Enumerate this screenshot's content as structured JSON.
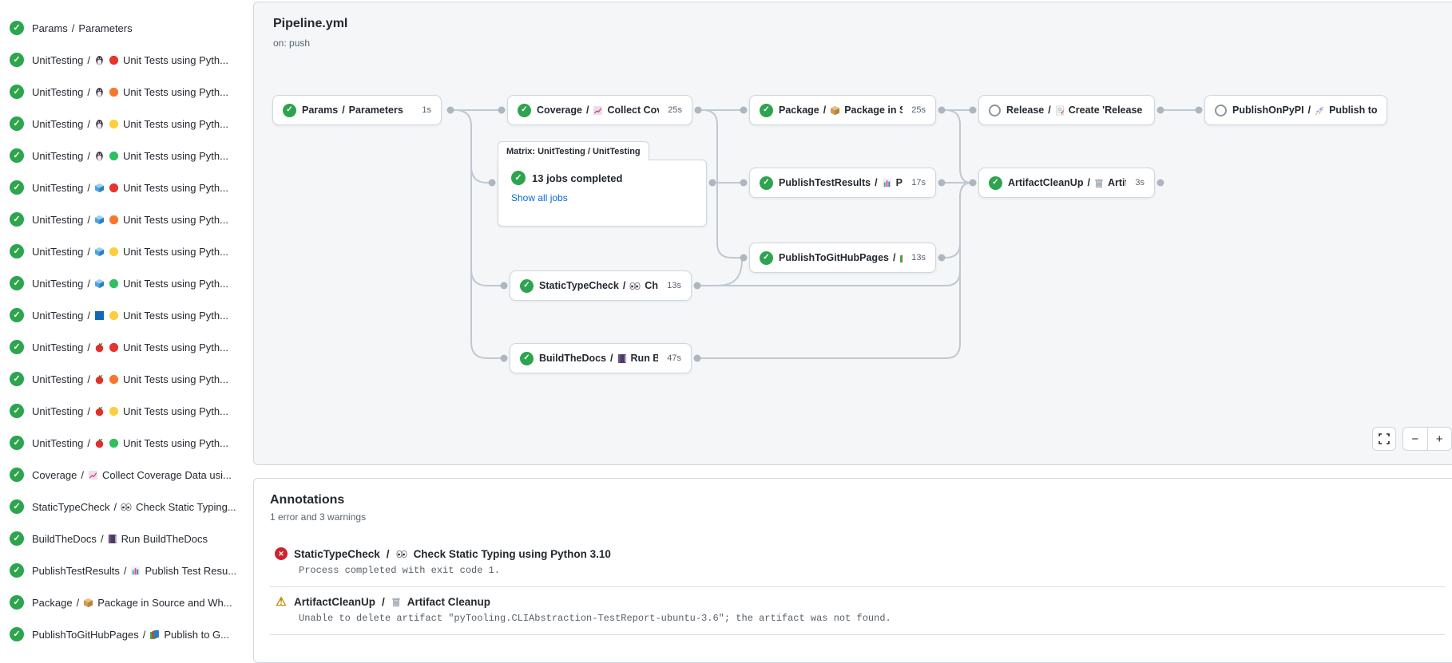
{
  "colors": {
    "success_green": "#2da44e",
    "error_red": "#cf222e",
    "warning_amber": "#bf8700",
    "link_blue": "#0969da",
    "panel_border": "#d0d7de",
    "edge_gray": "#c0c8d0"
  },
  "sidebar": {
    "items": [
      {
        "name": "Params",
        "icons": [],
        "rest": "Parameters"
      },
      {
        "name": "UnitTesting",
        "icons": [
          "penguin",
          "py-red"
        ],
        "rest": "Unit Tests using Pyth..."
      },
      {
        "name": "UnitTesting",
        "icons": [
          "penguin",
          "py-orange"
        ],
        "rest": "Unit Tests using Pyth..."
      },
      {
        "name": "UnitTesting",
        "icons": [
          "penguin",
          "py-yellow"
        ],
        "rest": "Unit Tests using Pyth..."
      },
      {
        "name": "UnitTesting",
        "icons": [
          "penguin",
          "py-green"
        ],
        "rest": "Unit Tests using Pyth..."
      },
      {
        "name": "UnitTesting",
        "icons": [
          "cube",
          "py-red"
        ],
        "rest": "Unit Tests using Pyth..."
      },
      {
        "name": "UnitTesting",
        "icons": [
          "cube",
          "py-orange"
        ],
        "rest": "Unit Tests using Pyth..."
      },
      {
        "name": "UnitTesting",
        "icons": [
          "cube",
          "py-yellow"
        ],
        "rest": "Unit Tests using Pyth..."
      },
      {
        "name": "UnitTesting",
        "icons": [
          "cube",
          "py-green"
        ],
        "rest": "Unit Tests using Pyth..."
      },
      {
        "name": "UnitTesting",
        "icons": [
          "winsquare",
          "py-yellow"
        ],
        "rest": "Unit Tests using Pyth..."
      },
      {
        "name": "UnitTesting",
        "icons": [
          "apple",
          "py-red"
        ],
        "rest": "Unit Tests using Pyth..."
      },
      {
        "name": "UnitTesting",
        "icons": [
          "apple",
          "py-orange"
        ],
        "rest": "Unit Tests using Pyth..."
      },
      {
        "name": "UnitTesting",
        "icons": [
          "apple",
          "py-yellow"
        ],
        "rest": "Unit Tests using Pyth..."
      },
      {
        "name": "UnitTesting",
        "icons": [
          "apple",
          "py-green"
        ],
        "rest": "Unit Tests using Pyth..."
      },
      {
        "name": "Coverage",
        "icons": [
          "chart-up"
        ],
        "rest": "Collect Coverage Data usi..."
      },
      {
        "name": "StaticTypeCheck",
        "icons": [
          "eyes"
        ],
        "rest": "Check Static Typing..."
      },
      {
        "name": "BuildTheDocs",
        "icons": [
          "book"
        ],
        "rest": "Run BuildTheDocs"
      },
      {
        "name": "PublishTestResults",
        "icons": [
          "barchart"
        ],
        "rest": "Publish Test Resu..."
      },
      {
        "name": "Package",
        "icons": [
          "box"
        ],
        "rest": "Package in Source and Wh..."
      },
      {
        "name": "PublishToGitHubPages",
        "icons": [
          "books"
        ],
        "rest": "Publish to G..."
      }
    ]
  },
  "graph": {
    "title": "Pipeline.yml",
    "trigger": "on: push",
    "matrix": {
      "tab": "Matrix: UnitTesting / UnitTesting",
      "summary": "13 jobs completed",
      "link": "Show all jobs"
    },
    "nodes": [
      {
        "name": "Params",
        "sep": " / ",
        "icon": "",
        "rest": "Parameters",
        "duration": "1s",
        "status": "success"
      },
      {
        "name": "Coverage",
        "sep": " / ",
        "icon": "chart-up",
        "rest": "Collect Cove...",
        "duration": "25s",
        "status": "success"
      },
      {
        "name": "Package",
        "sep": " / ",
        "icon": "box",
        "rest": "Package in So...",
        "duration": "25s",
        "status": "success"
      },
      {
        "name": "Release",
        "sep": " / ",
        "icon": "memo",
        "rest": "Create 'Release P...",
        "duration": "",
        "status": "skipped"
      },
      {
        "name": "PublishOnPyPI",
        "sep": " / ",
        "icon": "rocket",
        "rest": "Publish to ...",
        "duration": "",
        "status": "skipped"
      },
      {
        "name": "PublishTestResults",
        "sep": " / ",
        "icon": "barchart",
        "rest": "Pu...",
        "duration": "17s",
        "status": "success"
      },
      {
        "name": "ArtifactCleanUp",
        "sep": " / ",
        "icon": "trash",
        "rest": "Artifac...",
        "duration": "3s",
        "status": "success"
      },
      {
        "name": "PublishToGitHubPages",
        "sep": " / ",
        "icon": "books",
        "rest": "...",
        "duration": "13s",
        "status": "success"
      },
      {
        "name": "StaticTypeCheck",
        "sep": " / ",
        "icon": "eyes",
        "rest": "Chec...",
        "duration": "13s",
        "status": "success"
      },
      {
        "name": "BuildTheDocs",
        "sep": " / ",
        "icon": "book",
        "rest": "Run Buil...",
        "duration": "47s",
        "status": "success"
      }
    ],
    "controls": {
      "zoom_out": "−",
      "zoom_in": "+"
    }
  },
  "annotations": {
    "title": "Annotations",
    "subtitle": "1 error and 3 warnings",
    "items": [
      {
        "severity": "error",
        "name": "StaticTypeCheck",
        "sep": " / ",
        "icon": "eyes",
        "rest": "Check Static Typing using Python 3.10",
        "message": "Process completed with exit code 1."
      },
      {
        "severity": "warning",
        "name": "ArtifactCleanUp",
        "sep": " / ",
        "icon": "trash",
        "rest": "Artifact Cleanup",
        "message": "Unable to delete artifact \"pyTooling.CLIAbstraction-TestReport-ubuntu-3.6\"; the artifact was not found."
      }
    ]
  }
}
